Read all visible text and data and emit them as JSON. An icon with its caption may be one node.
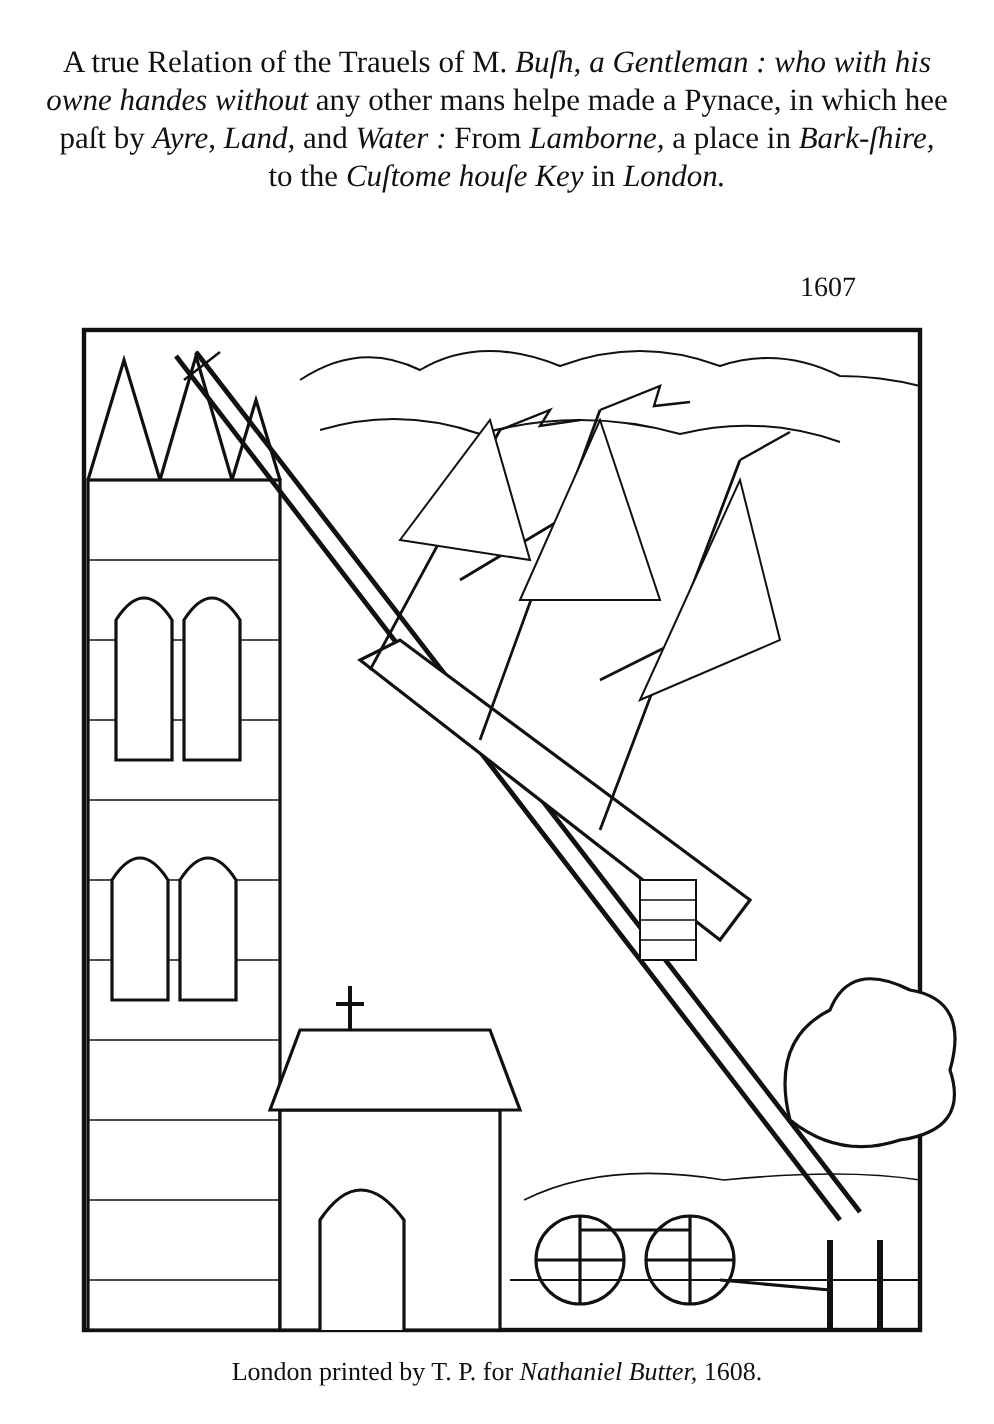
{
  "diagram": {
    "title": "A true Relation of the Trauels of M. *Buſh,* *a Gentleman : who with his owne handes without* any other mans helpe made a Pynace, in which hee paſt by *Ayre, Land,* and *Water :* From *Lamborne,* a place in *Bark-ſhire,* to the *Cuſtome houſe Key* in *London.*",
    "labels": [
      "1607"
    ],
    "caption": "London printed by T. P. for *Nathaniel Butter,* 1608."
  }
}
